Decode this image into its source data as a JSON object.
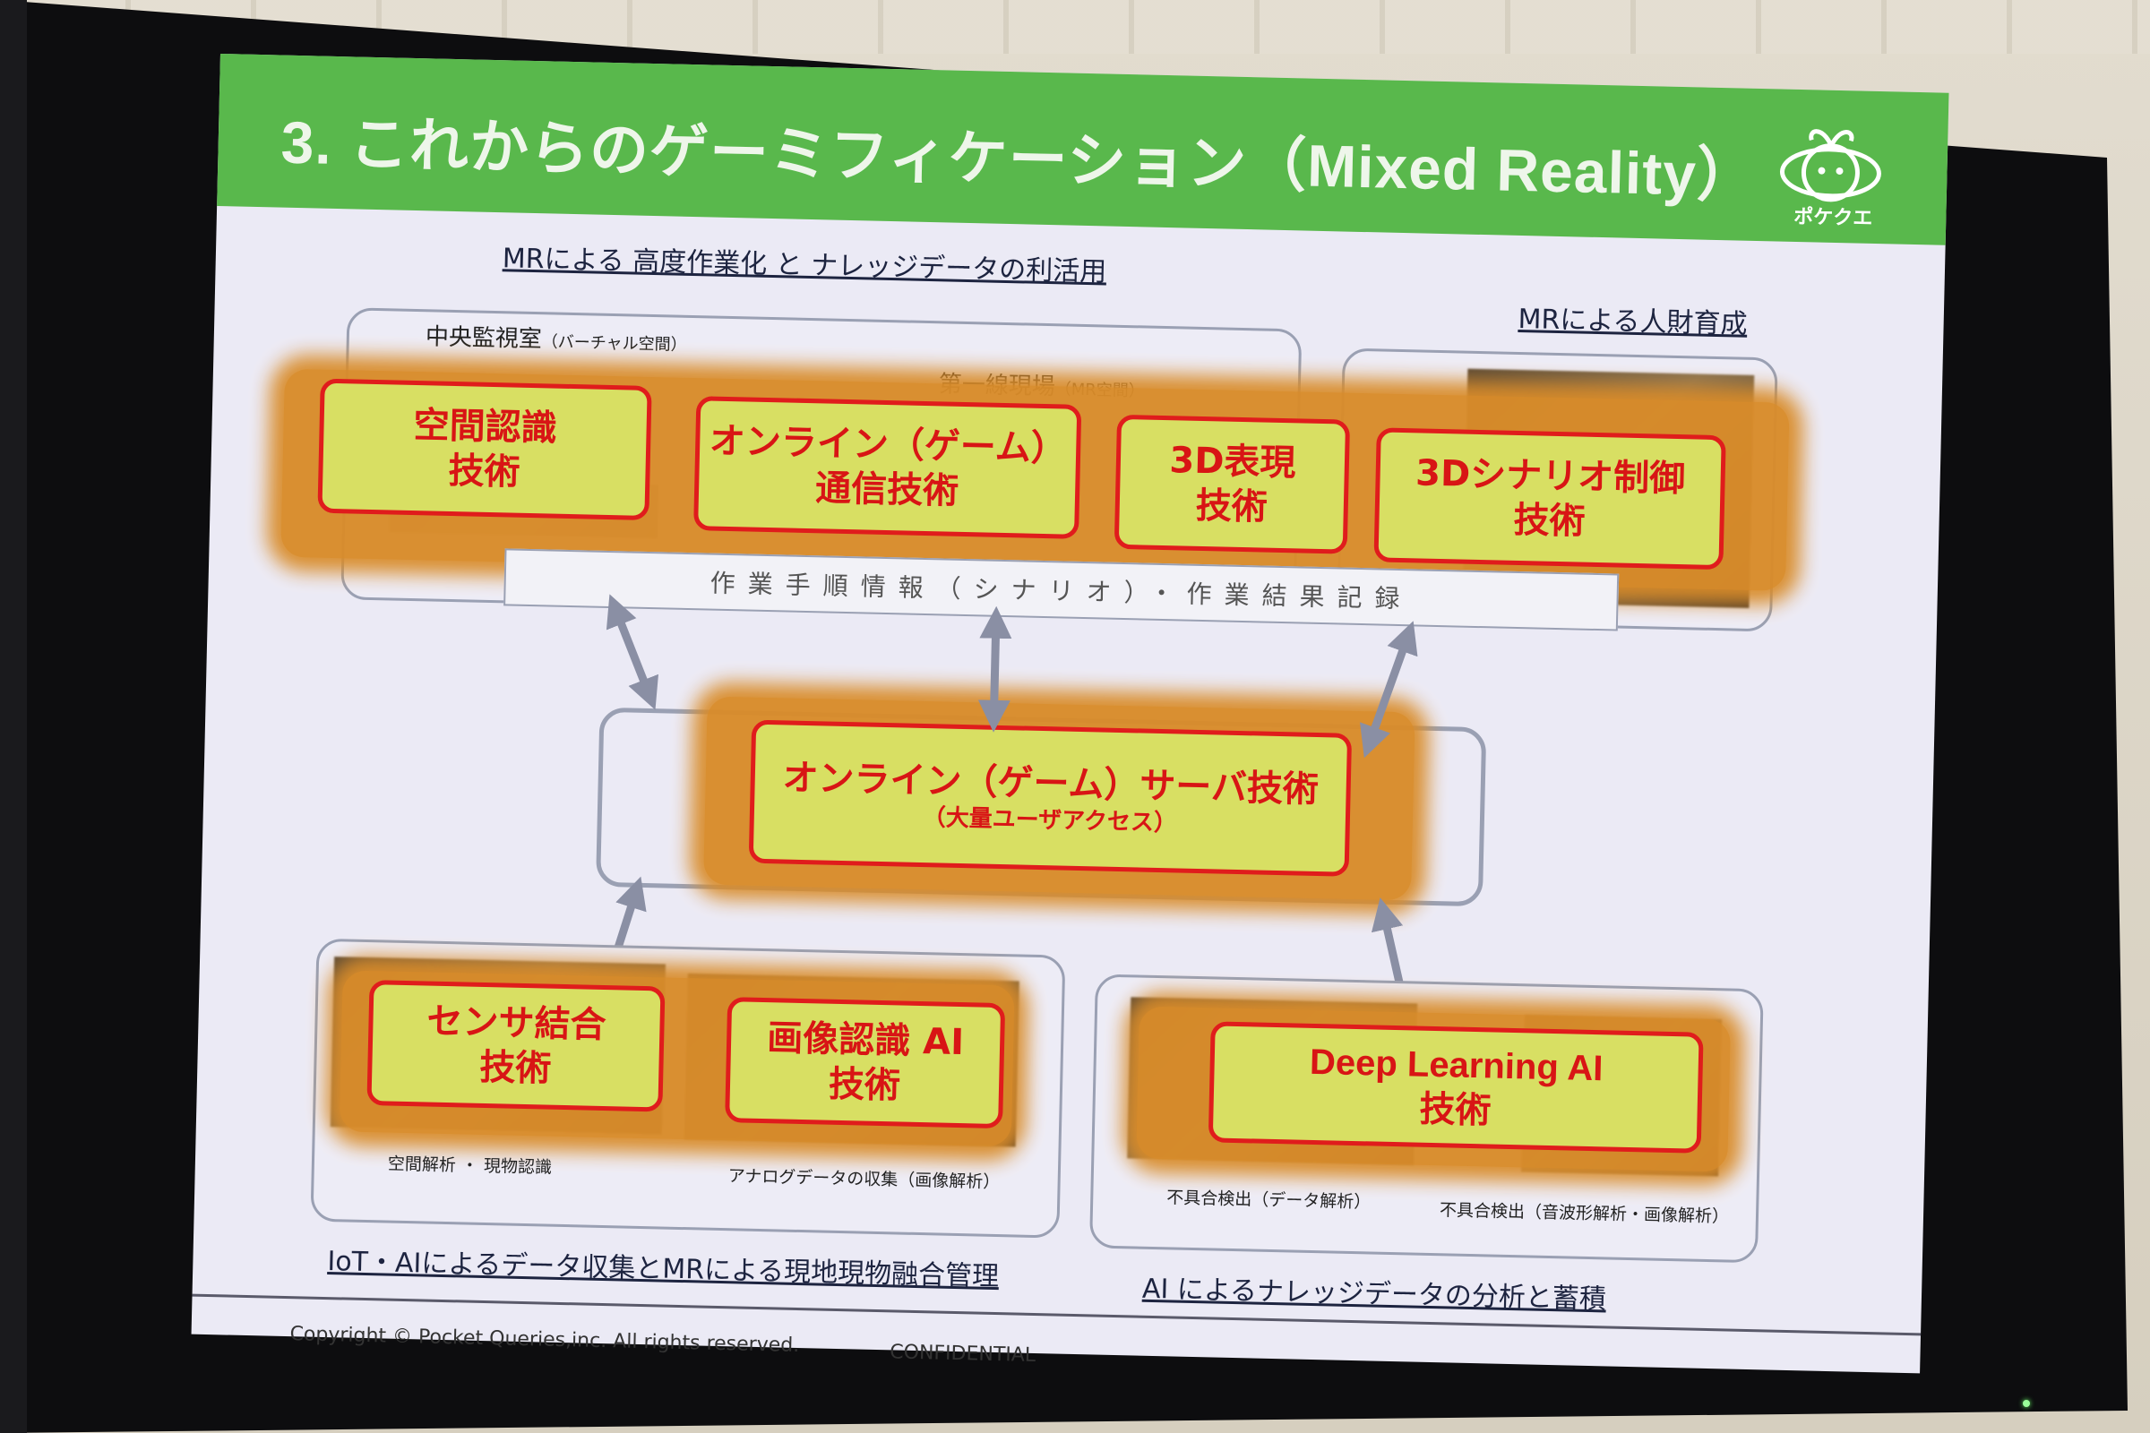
{
  "slide": {
    "title": "3. これからのゲーミフィケーション（Mixed Reality）",
    "logo_text": "ポケクエ",
    "section_top": "MRによる 高度作業化 と ナレッジデータの利活用",
    "label_control_room": "中央監視室",
    "label_control_room_sub": "（バーチャル空間）",
    "label_front_line": "第一線現場",
    "label_front_line_sub": "（MR空間）",
    "section_hr": "MRによる人財育成",
    "tech_boxes": [
      {
        "line1": "空間認識",
        "line2": "技術"
      },
      {
        "line1": "オンライン（ゲーム）",
        "line2": "通信技術"
      },
      {
        "line1": "3D表現",
        "line2": "技術"
      },
      {
        "line1": "3Dシナリオ制御",
        "line2": "技術"
      }
    ],
    "work_strip": "作業手順情報（シナリオ）・作業結果記録",
    "server_box": {
      "line1": "オンライン（ゲーム）サーバ技術",
      "line2": "（大量ユーザアクセス）"
    },
    "bottom_boxes": [
      {
        "line1": "センサ結合",
        "line2": "技術"
      },
      {
        "line1": "画像認識 AI",
        "line2": "技術"
      },
      {
        "line1": "Deep Learning  AI",
        "line2": "技術"
      }
    ],
    "captions": [
      "空間解析 ・ 現物認識",
      "アナログデータの収集（画像解析）",
      "不具合検出（データ解析）",
      "不具合検出（音波形解析・画像解析）"
    ],
    "section_bottom_left": "IoT・AIによるデータ収集とMRによる現地現物融合管理",
    "section_bottom_right": "AI によるナレッジデータの分析と蓄積",
    "copyright": "Copyright © Pocket Queries,inc. All rights reserved.",
    "confidential": "CONFIDENTIAL"
  },
  "colors": {
    "header_green": "#59b84c",
    "box_fill": "#d8df63",
    "box_border": "#e01c1c",
    "glow_orange": "#d98c2a",
    "bezel": "#0d0d0f"
  }
}
